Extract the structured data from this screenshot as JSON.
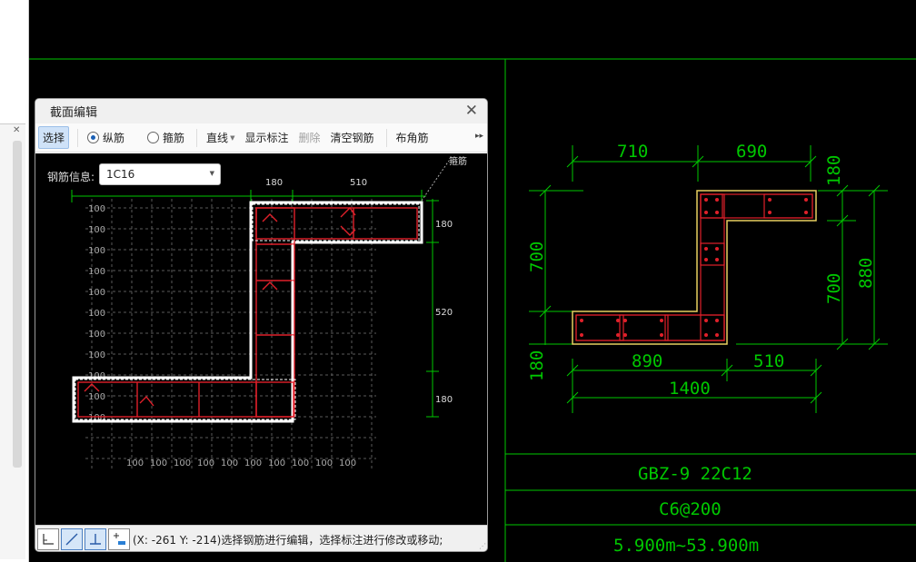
{
  "dialog": {
    "title": "截面编辑",
    "toolbar": {
      "select": "选择",
      "longitudinal": "纵筋",
      "stirrup": "箍筋",
      "line": "直线",
      "show_dims": "显示标注",
      "delete": "删除",
      "clear": "清空钢筋",
      "corner": "布角筋"
    },
    "rebar_info_label": "钢筋信息:",
    "rebar_info_value": "1C16",
    "canvas": {
      "stirrup_callout": "箍筋",
      "dim_top": [
        "180",
        "510"
      ],
      "dim_right": [
        "180",
        "520",
        "180"
      ],
      "grid_value": "100"
    },
    "status_text": "(X: -261 Y: -214)选择钢筋进行编辑，选择标注进行修改或移动;"
  },
  "drawing": {
    "dims": {
      "top": [
        "710",
        "690"
      ],
      "right_small": "180",
      "right_mid": "700",
      "right_total": "880",
      "left_height": "700",
      "left_small": "180",
      "bottom": [
        "890",
        "510"
      ],
      "bottom_total": "1400"
    },
    "table": [
      "GBZ-9  22C12",
      "C6@200",
      "5.900m~53.900m"
    ]
  },
  "colors": {
    "cad_line": "#00c800",
    "rebar": "#e0202a",
    "outline": "#ffffff",
    "grid": "#5a5a5a"
  }
}
